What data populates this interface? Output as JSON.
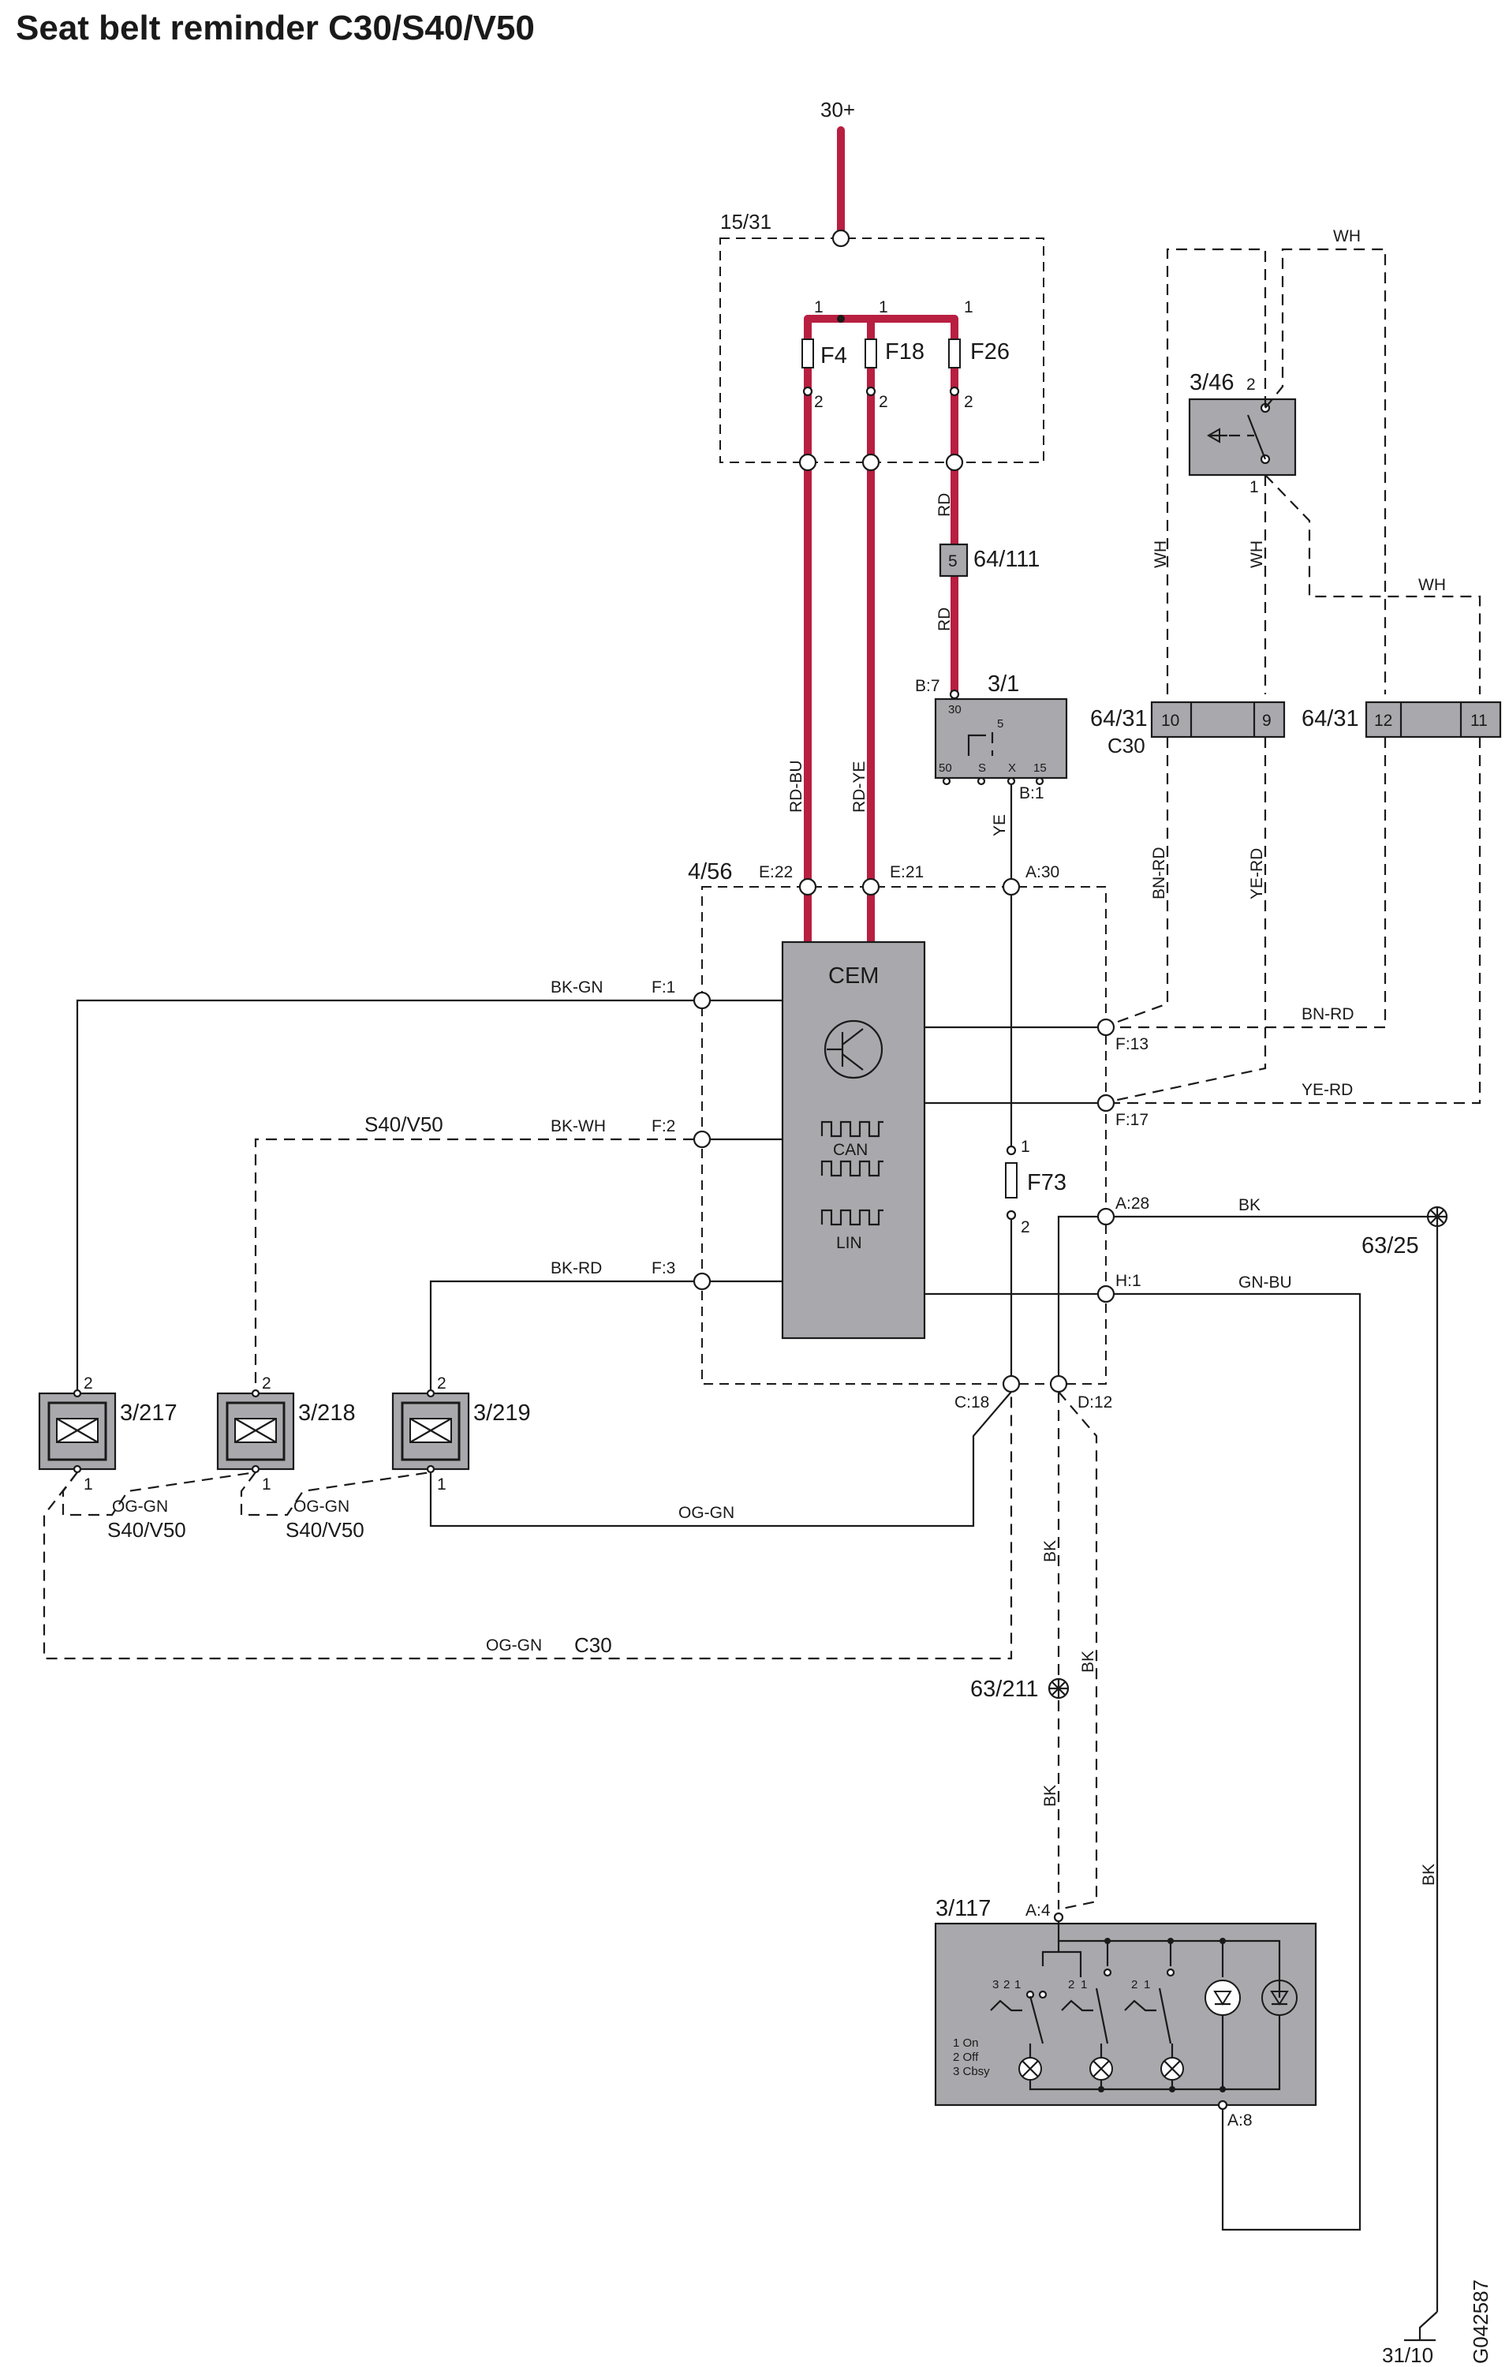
{
  "title": "Seat belt reminder C30/S40/V50",
  "drawing_id": "G042587",
  "supply": {
    "terminal_30": "30+",
    "ground_31": "31/10"
  },
  "fuse_box": {
    "ref": "15/31",
    "fuses": [
      {
        "name": "F4",
        "pin_in": "1",
        "pin_out": "2"
      },
      {
        "name": "F18",
        "pin_in": "1",
        "pin_out": "2"
      },
      {
        "name": "F26",
        "pin_in": "1",
        "pin_out": "2"
      }
    ]
  },
  "connectors": {
    "c64_111": {
      "ref": "64/111",
      "pin": "5"
    },
    "c64_31_a": {
      "ref": "64/31",
      "note": "C30",
      "pins": [
        "10",
        "9"
      ]
    },
    "c64_31_b": {
      "ref": "64/31",
      "pins": [
        "12",
        "11"
      ]
    }
  },
  "ignition_switch": {
    "ref": "3/1",
    "pin_b7": "B:7",
    "pin_b1": "B:1",
    "terminals": [
      "30",
      "5",
      "50",
      "S",
      "X",
      "15"
    ]
  },
  "door_switch": {
    "ref": "3/46",
    "pins": [
      "2",
      "1"
    ]
  },
  "cem": {
    "ref": "4/56",
    "name": "CEM",
    "can": "CAN",
    "lin": "LIN",
    "pins": [
      "E:22",
      "E:21",
      "A:30",
      "F:1",
      "F:2",
      "F:3",
      "F:13",
      "F:17",
      "A:28",
      "H:1",
      "C:18",
      "D:12"
    ],
    "fuse": {
      "name": "F73",
      "pins": [
        "1",
        "2"
      ]
    }
  },
  "buckle_switches": [
    {
      "ref": "3/217",
      "pins": [
        "2",
        "1"
      ]
    },
    {
      "ref": "3/218",
      "pins": [
        "2",
        "1"
      ]
    },
    {
      "ref": "3/219",
      "pins": [
        "2",
        "1"
      ]
    }
  ],
  "ground_points": [
    {
      "ref": "63/25"
    },
    {
      "ref": "63/211"
    }
  ],
  "indicator_panel": {
    "ref": "3/117",
    "pins": [
      "A:4",
      "A:8"
    ],
    "legend": [
      "1 On",
      "2 Off",
      "3 Cbsy"
    ],
    "switch_pins": [
      "3",
      "2",
      "1",
      "2",
      "1",
      "2",
      "1"
    ]
  },
  "wire_colors": {
    "rd": "RD",
    "rd_bu": "RD-BU",
    "rd_ye": "RD-YE",
    "ye": "YE",
    "wh": "WH",
    "bn_rd": "BN-RD",
    "ye_rd": "YE-RD",
    "bk_gn": "BK-GN",
    "bk_wh": "BK-WH",
    "bk_rd": "BK-RD",
    "bk": "BK",
    "gn_bu": "GN-BU",
    "og_gn": "OG-GN"
  },
  "variant_labels": {
    "s40_v50": "S40/V50",
    "c30": "C30"
  },
  "colors": {
    "power_wire": "#b81f41",
    "component_fill": "#a9a9ad"
  }
}
